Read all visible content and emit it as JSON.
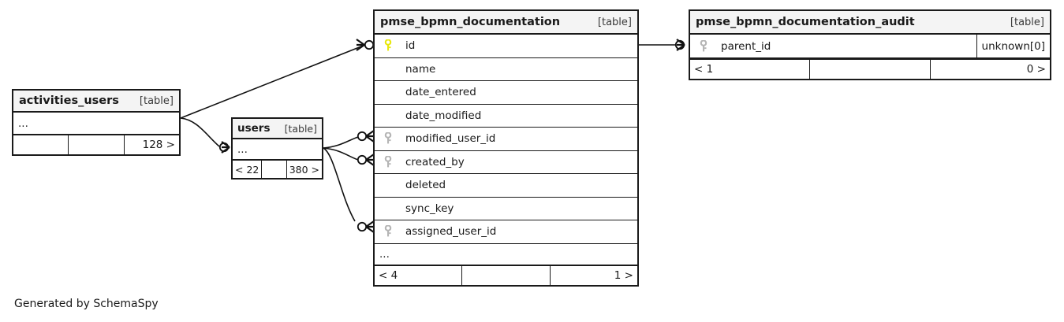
{
  "diagram": {
    "credit": "Generated by SchemaSpy",
    "type_label": "[table]",
    "ellipsis": "...",
    "colors": {
      "primary_key": "#e8e80c",
      "foreign_key": "#b5b5b5",
      "header_bg": "#f4f4f4",
      "border": "#1a1a1a",
      "background": "#ffffff"
    }
  },
  "tables": {
    "activities_users": {
      "name": "activities_users",
      "type": "[table]",
      "rows": [
        {
          "label": "...",
          "key": "none"
        }
      ],
      "footer": {
        "left": "",
        "mid": "",
        "right": "128 >"
      }
    },
    "users": {
      "name": "users",
      "type": "[table]",
      "rows": [
        {
          "label": "...",
          "key": "none"
        }
      ],
      "footer": {
        "left": "< 22",
        "mid": "",
        "right": "380 >"
      }
    },
    "pmse_bpmn_documentation": {
      "name": "pmse_bpmn_documentation",
      "type": "[table]",
      "columns": [
        {
          "label": "id",
          "key": "primary"
        },
        {
          "label": "name",
          "key": "none"
        },
        {
          "label": "date_entered",
          "key": "none"
        },
        {
          "label": "date_modified",
          "key": "none"
        },
        {
          "label": "modified_user_id",
          "key": "foreign"
        },
        {
          "label": "created_by",
          "key": "foreign"
        },
        {
          "label": "deleted",
          "key": "none"
        },
        {
          "label": "sync_key",
          "key": "none"
        },
        {
          "label": "assigned_user_id",
          "key": "foreign"
        }
      ],
      "ellipsis": "...",
      "footer": {
        "left": "< 4",
        "mid": "",
        "right": "1 >"
      }
    },
    "pmse_bpmn_documentation_audit": {
      "name": "pmse_bpmn_documentation_audit",
      "type": "[table]",
      "columns": [
        {
          "label": "parent_id",
          "key": "foreign",
          "datatype": "unknown[0]"
        }
      ],
      "footer": {
        "left": "< 1",
        "mid": "",
        "right": "0 >"
      }
    }
  },
  "relationships": [
    {
      "from": "activities_users",
      "to": "pmse_bpmn_documentation.id"
    },
    {
      "from": "activities_users",
      "to": "users"
    },
    {
      "from": "users",
      "to": "pmse_bpmn_documentation.modified_user_id"
    },
    {
      "from": "users",
      "to": "pmse_bpmn_documentation.created_by"
    },
    {
      "from": "users",
      "to": "pmse_bpmn_documentation.assigned_user_id"
    },
    {
      "from": "pmse_bpmn_documentation.id",
      "to": "pmse_bpmn_documentation_audit.parent_id"
    }
  ]
}
